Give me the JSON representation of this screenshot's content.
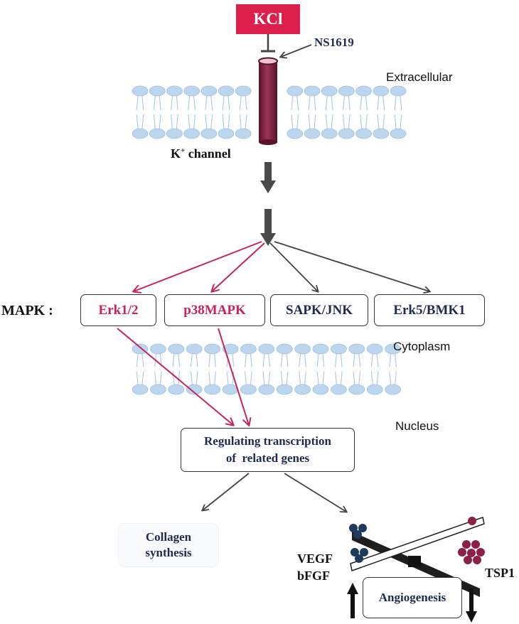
{
  "stimulus": {
    "kcl": "KCl",
    "ns1619": "NS1619"
  },
  "compartments": {
    "extracellular": "Extracellular",
    "cytoplasm": "Cytoplasm",
    "nucleus": "Nucleus"
  },
  "channel": {
    "k": "K",
    "sup": "+",
    "rest": " channel"
  },
  "mapk": {
    "label": "MAPK :",
    "items": [
      "Erk1/2",
      "p38MAPK",
      "SAPK/JNK",
      "Erk5/BMK1"
    ]
  },
  "transcription": {
    "line1": "Regulating transcription",
    "line2": "of  related genes"
  },
  "outcomes": {
    "collagen_line1": "Collagen",
    "collagen_line2": "synthesis",
    "vegf": "VEGF",
    "bfgf": "bFGF",
    "tsp1": "TSP1",
    "angiogenesis": "Angiogenesis"
  },
  "colors": {
    "accent": "#dc1f4d",
    "arrow_red": "#c8235a",
    "arrow_dark": "#444444",
    "membrane": "#bcd6ef",
    "channel": "#7a1f3d",
    "navy": "#1e3a5f",
    "plum": "#8c2048"
  }
}
